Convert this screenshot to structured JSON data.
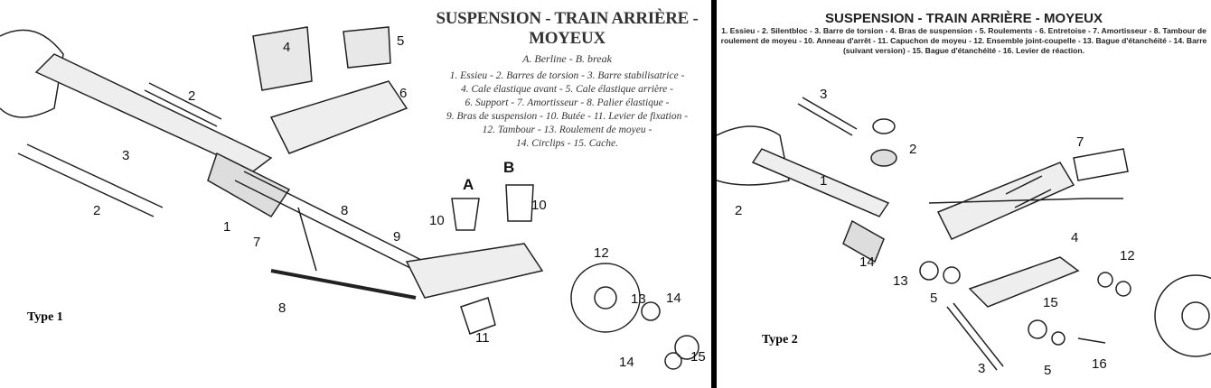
{
  "type1": {
    "title": "SUSPENSION - TRAIN ARRIÈRE - MOYEUX",
    "subtitle": "A. Berline - B. break",
    "legend": [
      "1. Essieu - 2. Barres de torsion - 3. Barre stabilisatrice -",
      "4. Cale élastique avant - 5. Cale élastique arrière -",
      "6. Support - 7. Amortisseur - 8. Palier élastique -",
      "9. Bras de suspension - 10. Butée - 11. Levier de fixation -",
      "12. Tambour - 13. Roulement de moyeu -",
      "14. Circlips - 15. Cache."
    ],
    "label": "Type 1",
    "callouts": [
      "4",
      "5",
      "2",
      "6",
      "3",
      "2",
      "1",
      "8",
      "7",
      "9",
      "A",
      "B",
      "10",
      "10",
      "12",
      "8",
      "13",
      "14",
      "11",
      "14",
      "15"
    ]
  },
  "type2": {
    "title": "SUSPENSION - TRAIN ARRIÈRE - MOYEUX",
    "legend": [
      "1. Essieu - 2. Silentbloc - 3. Barre de torsion - 4. Bras de suspension - 5. Roulements - 6. Entretoise - 7. Amortisseur - 8. Tambour de",
      "roulement de moyeu - 10. Anneau d'arrêt - 11. Capuchon de moyeu - 12. Ensemble joint-coupelle - 13. Bague d'étanchéité - 14. Barre",
      "(suivant version) - 15. Bague d'étanchéité - 16. Levier de réaction."
    ],
    "label": "Type 2",
    "callouts": [
      "3",
      "2",
      "7",
      "1",
      "2",
      "4",
      "12",
      "14",
      "13",
      "5",
      "15",
      "5",
      "3",
      "16"
    ]
  }
}
